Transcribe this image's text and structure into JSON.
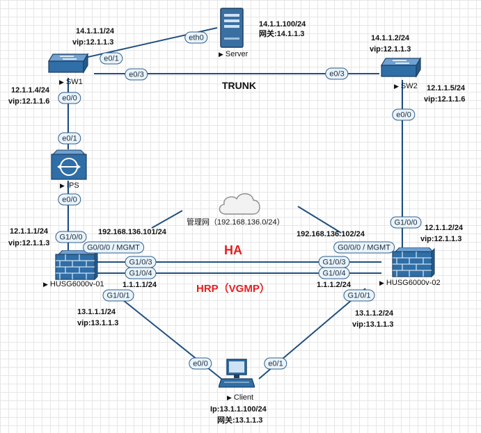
{
  "devices": {
    "server": {
      "name": "Server",
      "ip": "14.1.1.100/24",
      "gw": "网关:14.1.1.3"
    },
    "sw1": {
      "name": "SW1",
      "top_ip": "14.1.1.1/24",
      "top_vip": "vip:12.1.1.3",
      "left_ip": "12.1.1.4/24",
      "left_vip": "vip:12.1.1.6"
    },
    "sw2": {
      "name": "SW2",
      "top_ip": "14.1.1.2/24",
      "top_vip": "vip:12.1.1.3",
      "right_ip": "12.1.1.5/24",
      "right_vip": "vip:12.1.1.6"
    },
    "ips": {
      "name": "IPS"
    },
    "fw1": {
      "name": "HUSG6000v-01",
      "up_ip": "12.1.1.1/24",
      "up_vip": "vip:12.1.1.3",
      "mgmt_ip": "192.168.136.101/24",
      "hrp_ip": "1.1.1.1/24",
      "down_ip": "13.1.1.1/24",
      "down_vip": "vip:13.1.1.3"
    },
    "fw2": {
      "name": "HUSG6000v-02",
      "up_ip": "12.1.1.2/24",
      "up_vip": "vip:12.1.1.3",
      "mgmt_ip": "192.168.136.102/24",
      "hrp_ip": "1.1.1.2/24",
      "down_ip": "13.1.1.2/24",
      "down_vip": "vip:13.1.1.3"
    },
    "client": {
      "name": "Client",
      "ip": "Ip:13.1.1.100/24",
      "gw": "网关:13.1.1.3"
    }
  },
  "cloud_label": "管理网（192.168.136.0/24）",
  "trunk_label": "TRUNK",
  "ha_label": "HA",
  "hrp_label": "HRP（VGMP）",
  "ports": {
    "server_eth0": "eth0",
    "sw1_e01": "e0/1",
    "sw1_e03": "e0/3",
    "sw2_e03": "e0/3",
    "sw1_e00": "e0/0",
    "ips_e01": "e0/1",
    "ips_e00": "e0/0",
    "fw1_g100": "G1/0/0",
    "fw1_mgmt": "G0/0/0 / MGMT",
    "fw1_g103": "G1/0/3",
    "fw1_g104": "G1/0/4",
    "fw1_g101": "G1/0/1",
    "fw2_g103": "G1/0/3",
    "fw2_g104": "G1/0/4",
    "fw2_mgmt": "G0/0/0 / MGMT",
    "fw2_g100": "G1/0/0",
    "fw2_g101": "G1/0/1",
    "sw2_e00": "e0/0",
    "client_e00": "e0/0",
    "client_e01": "e0/1"
  },
  "colors": {
    "link": "#1f4f7f",
    "port_border": "#2f5d8a",
    "port_fill": "#e9f3fb",
    "accent_red": "#e31e1e",
    "device_blue": "#2f6ea6"
  }
}
